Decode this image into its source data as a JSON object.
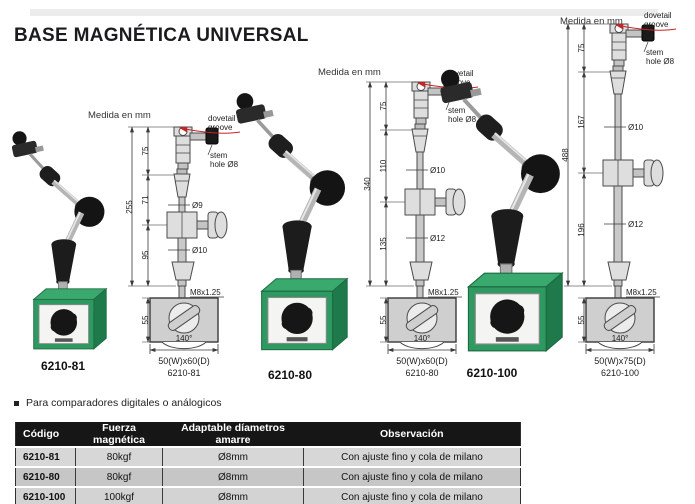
{
  "header": {
    "title": "BASE MAGNÉTICA UNIVERSAL"
  },
  "diagram_common": {
    "medida_label": "Medida en mm",
    "dovetail_line1": "dovetail",
    "dovetail_line2": "groove",
    "stem_line1": "stem",
    "stem_line2": "hole Ø8",
    "thread_label": "M8x1.25",
    "swivel_angle": "140°"
  },
  "products": [
    {
      "code": "6210-81",
      "total": "255",
      "seg1": "75",
      "seg2": "71",
      "seg3": "95",
      "dia_upper": "Ø9",
      "dia_lower": "Ø10",
      "base_h": "55",
      "base_size": "50(W)x60(D)"
    },
    {
      "code": "6210-80",
      "total": "340",
      "seg1": "75",
      "seg2": "110",
      "seg3": "135",
      "dia_upper": "Ø10",
      "dia_lower": "Ø12",
      "base_h": "55",
      "base_size": "50(W)x60(D)"
    },
    {
      "code": "6210-100",
      "total": "488",
      "seg1": "75",
      "seg2": "167",
      "seg3": "196",
      "dia_upper": "Ø10",
      "dia_lower": "Ø12",
      "base_h": "55",
      "base_size": "50(W)x75(D)"
    }
  ],
  "note": {
    "text": "Para comparadores digitales o análogicos"
  },
  "table": {
    "headers": [
      "Código",
      "Fuerza magnética",
      "Adaptable díametros amarre",
      "Observación"
    ],
    "rows": [
      [
        "6210-81",
        "80kgf",
        "Ø8mm",
        "Con ajuste fino y  cola de milano"
      ],
      [
        "6210-80",
        "80kgf",
        "Ø8mm",
        "Con ajuste fino y  cola de milano"
      ],
      [
        "6210-100",
        "100kgf",
        "Ø8mm",
        "Con ajuste fino y  cola de milano"
      ]
    ]
  },
  "colors": {
    "base_green": "#2e9960",
    "accent_red": "#cc2222",
    "table_header_bg": "#161616",
    "row_light": "#d7d7d7",
    "row_dark": "#c6c6c6"
  }
}
